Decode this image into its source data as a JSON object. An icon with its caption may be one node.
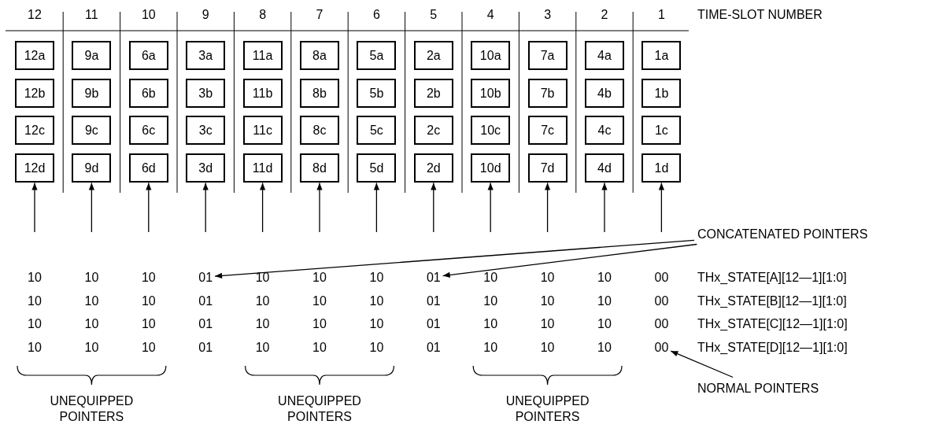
{
  "diagram": {
    "nodes": [
      {
        "text": [
          "12a"
        ]
      },
      {
        "text": [
          "9a"
        ]
      },
      {
        "text": [
          "6a"
        ]
      },
      {
        "text": [
          "3a"
        ]
      },
      {
        "text": [
          "11a"
        ]
      },
      {
        "text": [
          "8a"
        ]
      },
      {
        "text": [
          "5a"
        ]
      },
      {
        "text": [
          "2a"
        ]
      },
      {
        "text": [
          "10a"
        ]
      },
      {
        "text": [
          "7a"
        ]
      },
      {
        "text": [
          "4a"
        ]
      },
      {
        "text": [
          "1a"
        ]
      },
      {
        "text": [
          "12b"
        ]
      },
      {
        "text": [
          "9b"
        ]
      },
      {
        "text": [
          "6b"
        ]
      },
      {
        "text": [
          "3b"
        ]
      },
      {
        "text": [
          "11b"
        ]
      },
      {
        "text": [
          "8b"
        ]
      },
      {
        "text": [
          "5b"
        ]
      },
      {
        "text": [
          "2b"
        ]
      },
      {
        "text": [
          "10b"
        ]
      },
      {
        "text": [
          "7b"
        ]
      },
      {
        "text": [
          "4b"
        ]
      },
      {
        "text": [
          "1b"
        ]
      },
      {
        "text": [
          "12c"
        ]
      },
      {
        "text": [
          "9c"
        ]
      },
      {
        "text": [
          "6c"
        ]
      },
      {
        "text": [
          "3c"
        ]
      },
      {
        "text": [
          "11c"
        ]
      },
      {
        "text": [
          "8c"
        ]
      },
      {
        "text": [
          "5c"
        ]
      },
      {
        "text": [
          "2c"
        ]
      },
      {
        "text": [
          "10c"
        ]
      },
      {
        "text": [
          "7c"
        ]
      },
      {
        "text": [
          "4c"
        ]
      },
      {
        "text": [
          "1c"
        ]
      },
      {
        "text": [
          "12d"
        ]
      },
      {
        "text": [
          "9d"
        ]
      },
      {
        "text": [
          "6d"
        ]
      },
      {
        "text": [
          "3d"
        ]
      },
      {
        "text": [
          "11d"
        ]
      },
      {
        "text": [
          "8d"
        ]
      },
      {
        "text": [
          "5d"
        ]
      },
      {
        "text": [
          "2d"
        ]
      },
      {
        "text": [
          "10d"
        ]
      },
      {
        "text": [
          "7d"
        ]
      },
      {
        "text": [
          "4d"
        ]
      },
      {
        "text": [
          "1d"
        ]
      },
      {
        "text": [
          "01"
        ]
      },
      {
        "text": [
          "01"
        ]
      },
      {
        "text": [
          "CONCATENATED POINTERS"
        ]
      },
      {
        "text": [
          "00"
        ]
      },
      {
        "text": [
          "NORMAL POINTERS"
        ]
      }
    ],
    "edges": [
      {
        "from": null,
        "to": 36,
        "arrow": "to"
      },
      {
        "from": null,
        "to": 37,
        "arrow": "to"
      },
      {
        "from": null,
        "to": 38,
        "arrow": "to"
      },
      {
        "from": null,
        "to": 39,
        "arrow": "to"
      },
      {
        "from": null,
        "to": 40,
        "arrow": "to"
      },
      {
        "from": null,
        "to": 41,
        "arrow": "to"
      },
      {
        "from": null,
        "to": 42,
        "arrow": "to"
      },
      {
        "from": null,
        "to": 43,
        "arrow": "to"
      },
      {
        "from": null,
        "to": 44,
        "arrow": "to"
      },
      {
        "from": null,
        "to": 45,
        "arrow": "to"
      },
      {
        "from": null,
        "to": 46,
        "arrow": "to"
      },
      {
        "from": null,
        "to": 47,
        "arrow": "to"
      },
      {
        "from": 50,
        "to": 48,
        "arrow": "to"
      },
      {
        "from": 50,
        "to": 49,
        "arrow": "to"
      },
      {
        "from": 52,
        "to": 51,
        "arrow": "to"
      }
    ],
    "labels": [
      "12",
      "11",
      "10",
      "9",
      "8",
      "7",
      "6",
      "5",
      "4",
      "3",
      "2",
      "1",
      "TIME-SLOT NUMBER",
      "10",
      "10",
      "10",
      "10",
      "10",
      "10",
      "10",
      "10",
      "10",
      "00",
      "THx_STATE[A][12—1][1:0]",
      "10",
      "10",
      "10",
      "01",
      "10",
      "10",
      "10",
      "01",
      "10",
      "10",
      "10",
      "00",
      "THx_STATE[B][12—1][1:0]",
      "10",
      "10",
      "10",
      "01",
      "10",
      "10",
      "10",
      "01",
      "10",
      "10",
      "10",
      "00",
      "THx_STATE[C][12—1][1:0]",
      "10",
      "10",
      "10",
      "01",
      "10",
      "10",
      "10",
      "01",
      "10",
      "10",
      "10",
      "THx_STATE[D][12—1][1:0]",
      "UNEQUIPPED POINTERS",
      "UNEQUIPPED POINTERS",
      "UNEQUIPPED POINTERS"
    ]
  }
}
